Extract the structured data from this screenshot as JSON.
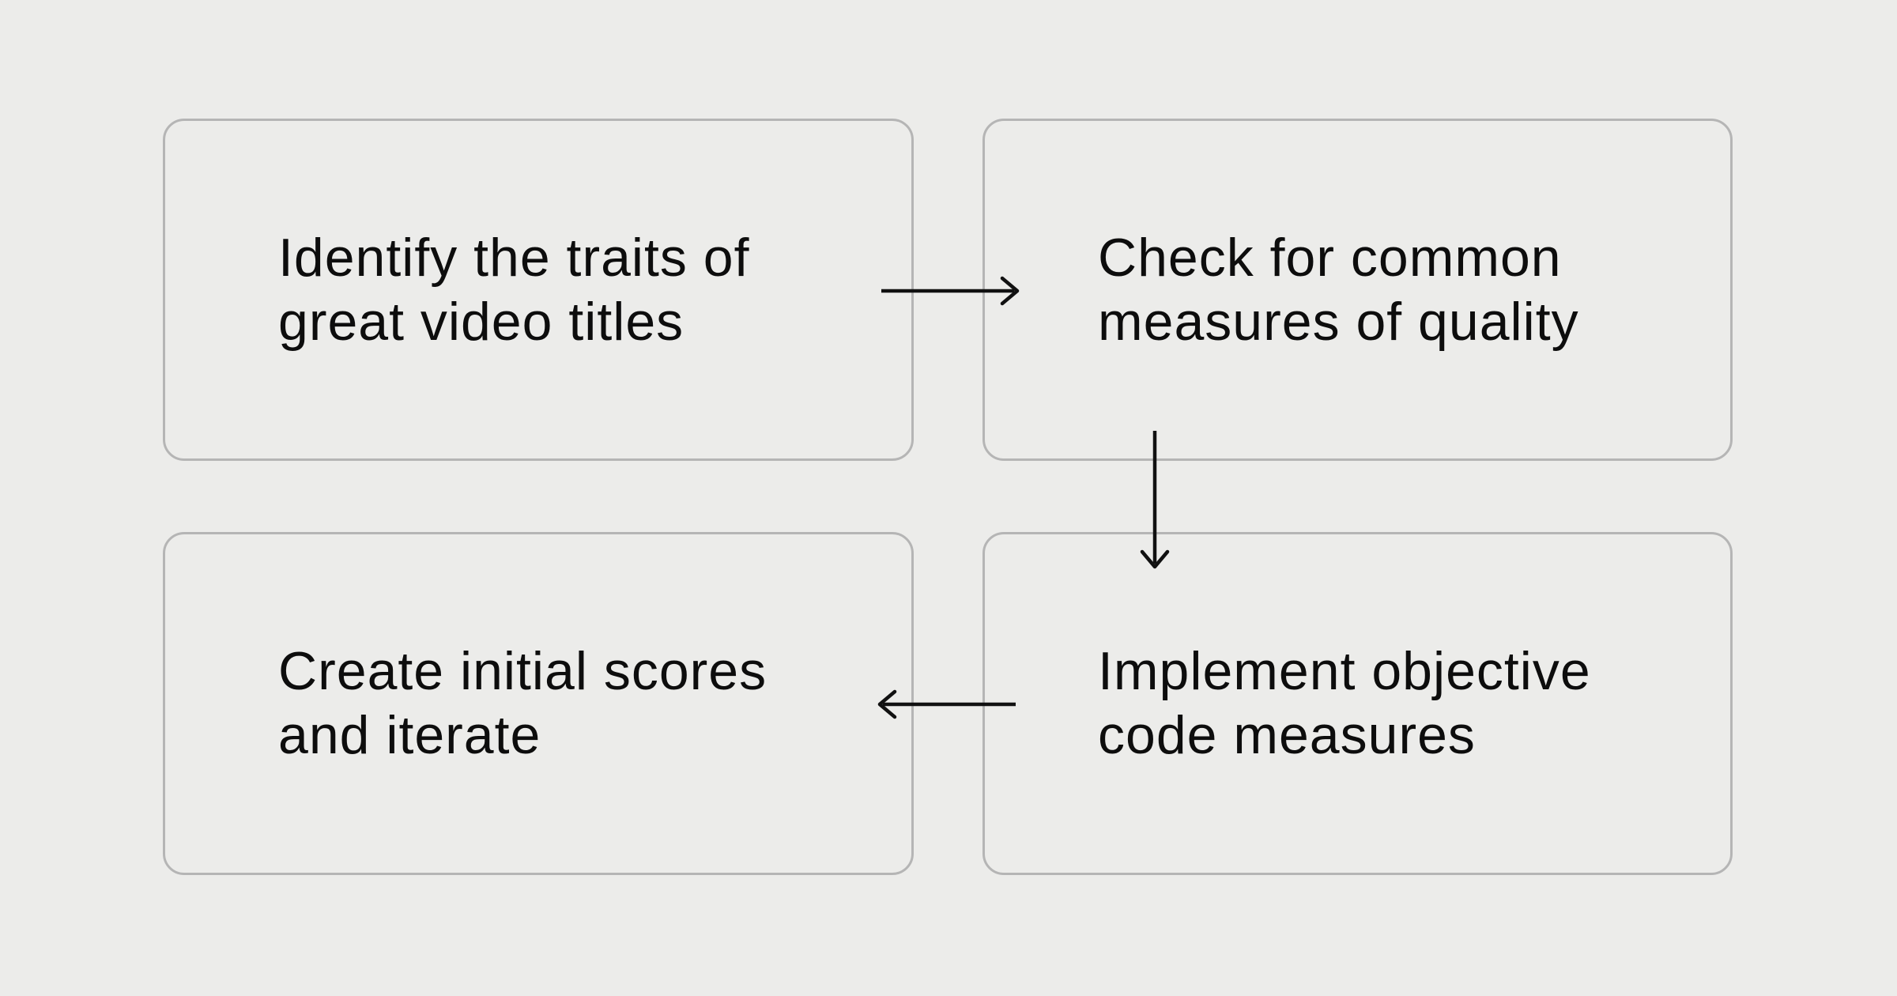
{
  "diagram": {
    "type": "flowchart",
    "colors": {
      "background": "#ECECEA",
      "node_border": "#B5B5B5",
      "node_fill": "transparent",
      "arrow": "#111111",
      "text": "#0D0D0D"
    },
    "nodes": [
      {
        "id": "identify-traits",
        "position": "top-left",
        "lines": [
          "Identify the traits of",
          "great video titles"
        ]
      },
      {
        "id": "check-quality",
        "position": "top-right",
        "lines": [
          "Check for common",
          "measures of quality"
        ]
      },
      {
        "id": "create-scores",
        "position": "bottom-left",
        "lines": [
          "Create initial scores",
          "and iterate"
        ]
      },
      {
        "id": "implement-measures",
        "position": "bottom-right",
        "lines": [
          "Implement objective",
          "code measures"
        ]
      }
    ],
    "edges": [
      {
        "from": "identify-traits",
        "to": "check-quality",
        "direction": "right"
      },
      {
        "from": "check-quality",
        "to": "implement-measures",
        "direction": "down"
      },
      {
        "from": "implement-measures",
        "to": "create-scores",
        "direction": "left"
      }
    ]
  }
}
